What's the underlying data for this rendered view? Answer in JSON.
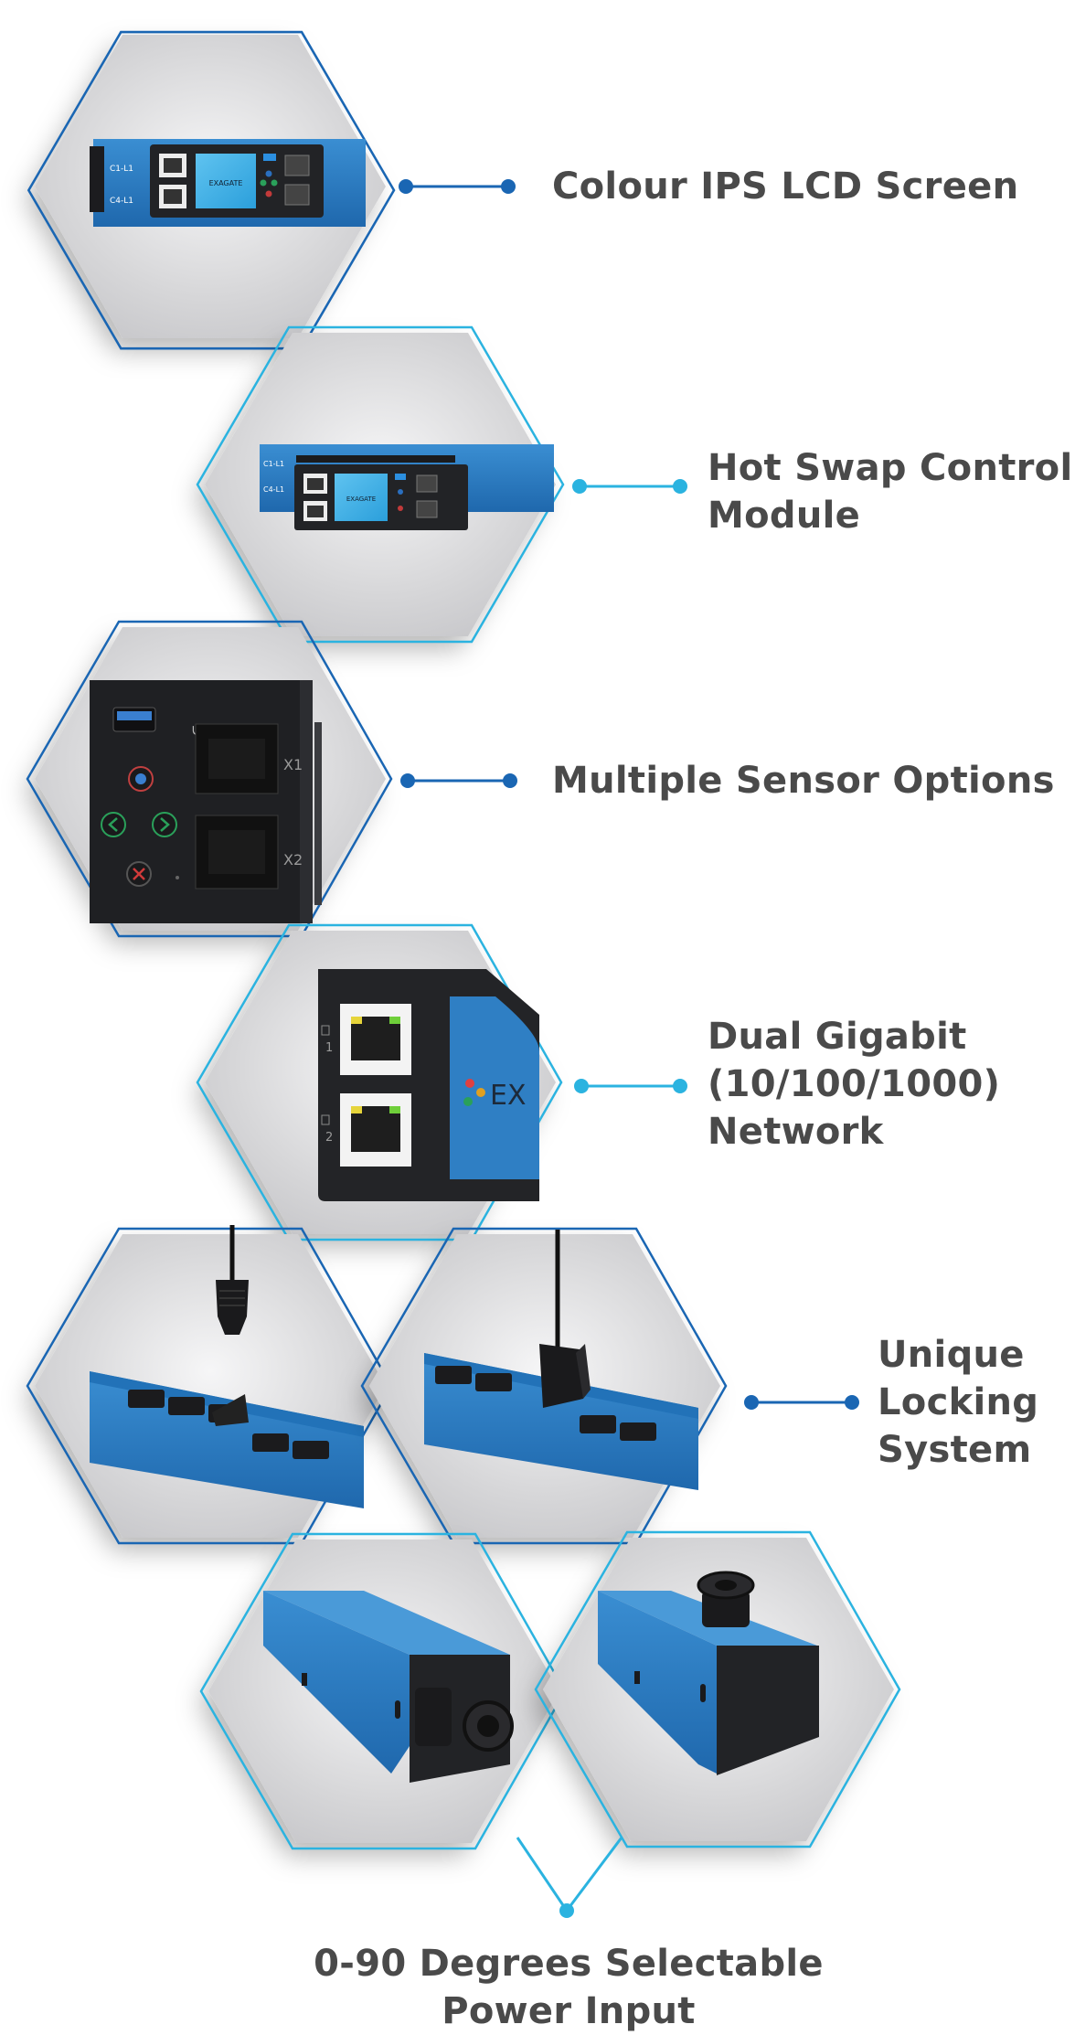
{
  "features": {
    "lcd": {
      "lines": [
        "Colour IPS LCD Screen"
      ]
    },
    "hotswap": {
      "lines": [
        "Hot Swap Control",
        "Module"
      ]
    },
    "sensor": {
      "lines": [
        "Multiple Sensor Options"
      ]
    },
    "network": {
      "lines": [
        "Dual Gigabit",
        "(10/100/1000)",
        "Network"
      ]
    },
    "locking": {
      "lines": [
        "Unique",
        "Locking",
        "System"
      ]
    },
    "power": {
      "lines": [
        "0-90 Degrees Selectable",
        "Power Input"
      ]
    }
  },
  "device_text": {
    "brand": "EXAGATE",
    "brand_short": "EX",
    "port_x1": "X1",
    "port_x2": "X2",
    "net_1": "1",
    "net_2": "2",
    "circuit_a": "C1-L1",
    "circuit_b": "C4-L1"
  },
  "icons": [
    "usb-icon",
    "rj45-port-icon",
    "arrow-left-icon",
    "arrow-right-icon",
    "close-icon",
    "power-icon",
    "ethernet-icon"
  ],
  "colors": {
    "text": "#4a4a4a",
    "line_dark": "#1a66b3",
    "line_light": "#2bb3e0",
    "pdu_blue": "#2f7fc4",
    "device_black": "#222326",
    "hex_bg": "#d9d9db"
  }
}
